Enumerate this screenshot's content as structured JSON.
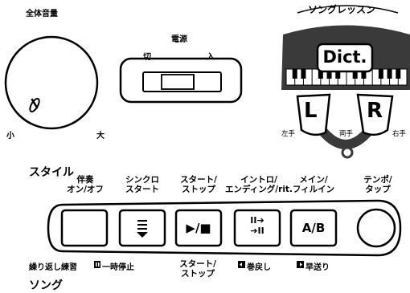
{
  "volume": {
    "title": "全体音量",
    "min_label": "小",
    "max_label": "大"
  },
  "power": {
    "title": "電源",
    "off_label": "切",
    "on_label": "入"
  },
  "song_lesson": {
    "title": "ソングレッスン",
    "dict_label": "Dict.",
    "left_label": "L",
    "right_label": "R",
    "left_hand": "左手",
    "both_hands": "両手",
    "right_hand": "右手"
  },
  "style": {
    "title": "スタイル",
    "buttons": [
      {
        "top1": "伴奏",
        "top2": "オン/オフ"
      },
      {
        "top1": "シンクロ",
        "top2": "スタート"
      },
      {
        "top1": "スタート/",
        "top2": "ストップ"
      },
      {
        "top1": "イントロ/",
        "top2": "エンディング/rit."
      },
      {
        "top1": "メイン/",
        "top2": "フィルイン"
      },
      {
        "top1": "テンポ/",
        "top2": "タップ"
      }
    ]
  },
  "button_faces": {
    "play_stop": "▶/■",
    "ab": "A/B",
    "intro_top": "II➔",
    "intro_bottom": "➔II"
  },
  "song": {
    "title": "ソング",
    "labels": [
      "繰り返し練習",
      "一時停止",
      "スタート/",
      "ストップ",
      "巻戻し",
      "早送り"
    ]
  }
}
